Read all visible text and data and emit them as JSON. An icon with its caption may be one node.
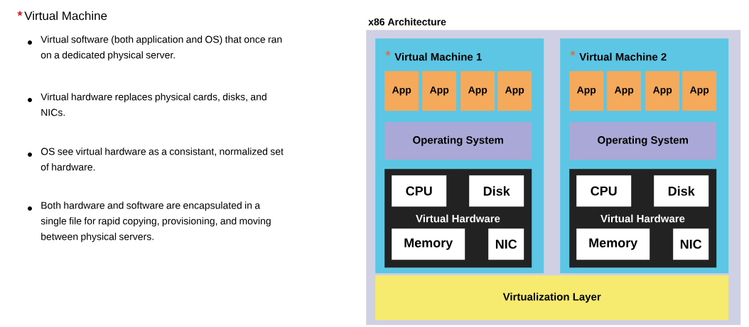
{
  "diagram": {
    "nodes": [
      {
        "text": [
          "x86 Architecture"
        ]
      },
      {
        "text": [
          "Virtual Machine 1"
        ],
        "in": 0
      },
      {
        "text": [
          "App"
        ],
        "in": 1
      },
      {
        "text": [
          "App"
        ],
        "in": 1
      },
      {
        "text": [
          "App"
        ],
        "in": 1
      },
      {
        "text": [
          "App"
        ],
        "in": 1
      },
      {
        "text": [
          "Operating System"
        ],
        "in": 1
      },
      {
        "text": [
          "Virtual Hardware"
        ],
        "in": 1
      },
      {
        "text": [
          "CPU"
        ],
        "in": 7
      },
      {
        "text": [
          "Disk"
        ],
        "in": 7
      },
      {
        "text": [
          "Memory"
        ],
        "in": 7
      },
      {
        "text": [
          "NIC"
        ],
        "in": 7
      },
      {
        "text": [
          "Virtual Machine 2"
        ],
        "in": 0
      },
      {
        "text": [
          "App"
        ],
        "in": 12
      },
      {
        "text": [
          "App"
        ],
        "in": 12
      },
      {
        "text": [
          "App"
        ],
        "in": 12
      },
      {
        "text": [
          "App"
        ],
        "in": 12
      },
      {
        "text": [
          "Operating System"
        ],
        "in": 12
      },
      {
        "text": [
          "Virtual Hardware"
        ],
        "in": 12
      },
      {
        "text": [
          "CPU"
        ],
        "in": 18
      },
      {
        "text": [
          "Disk"
        ],
        "in": 18
      },
      {
        "text": [
          "Memory"
        ],
        "in": 18
      },
      {
        "text": [
          "NIC"
        ],
        "in": 18
      },
      {
        "text": [
          "Virtualization Layer"
        ],
        "in": 0
      }
    ],
    "labels": [
      "Virtual Machine",
      "Virtual software (both application and OS) that once ran on a dedicated physical server.",
      "Virtual hardware replaces physical cards, disks, and NICs.",
      "OS see virtual hardware as a consistant, normalized set of hardware.",
      "Both hardware and software are encapsulated in a single file for rapid copying, provisioning, and moving between physical servers."
    ]
  }
}
